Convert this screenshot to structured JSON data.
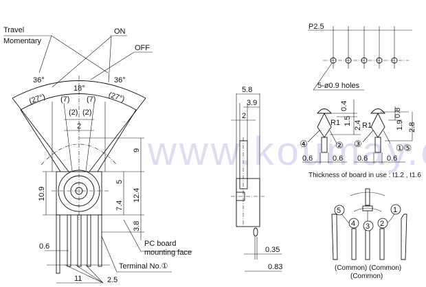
{
  "watermark": "www.koumay.com",
  "front_view": {
    "travel": "Travel",
    "momentary": "Momentary",
    "on": "ON",
    "off": "OFF",
    "angle_left": "36°",
    "angle_right": "36°",
    "angle_center": "18°",
    "angle_27_left": "(27°)",
    "angle_27_right": "(27°)",
    "dim_7_left": "(7)",
    "dim_7_right": "(7)",
    "dim_2_left": "(2)",
    "dim_2_right": "(2)",
    "dim_2": "2",
    "dim_9": "9",
    "dim_10_9": "10.9",
    "dim_5": "5",
    "dim_7_4": "7.4",
    "dim_12_4": "12.4",
    "dim_3_8": "3.8",
    "pc_board_1": "PC board",
    "pc_board_2": "mounting face",
    "dim_0_6": "0.6",
    "terminal": "Terminal No.①",
    "dim_11": "11",
    "dim_2_5": "2.5"
  },
  "side_view": {
    "dim_5_8": "5.8",
    "dim_3_9": "3.9",
    "dim_2": "2",
    "dim_0_35": "0.35",
    "dim_0_83": "0.83"
  },
  "pcb_layout": {
    "pitch": "P2.5",
    "holes": "5-ø0.9 holes"
  },
  "terminal_detail": {
    "d0_4": "0.4",
    "d1_5": "1.5",
    "d2_4": "2.4",
    "r1_left": "R1",
    "r1_right": "R1",
    "d0_8": "0.8",
    "d1_9": "1.9",
    "d2_8": "2.8",
    "t4": "④",
    "t2": "②",
    "t3": "③",
    "t15": "①⑤",
    "w1": "0.6",
    "w2": "0.6",
    "w3": "0.6",
    "w4": "0.6",
    "thickness": "Thickness of board in use : t1.2 , t1.6"
  },
  "circuit": {
    "pins": [
      "5",
      "4",
      "3",
      "2",
      "1"
    ],
    "common_1": "(Common) (Common)",
    "common_2": "(Common)"
  }
}
